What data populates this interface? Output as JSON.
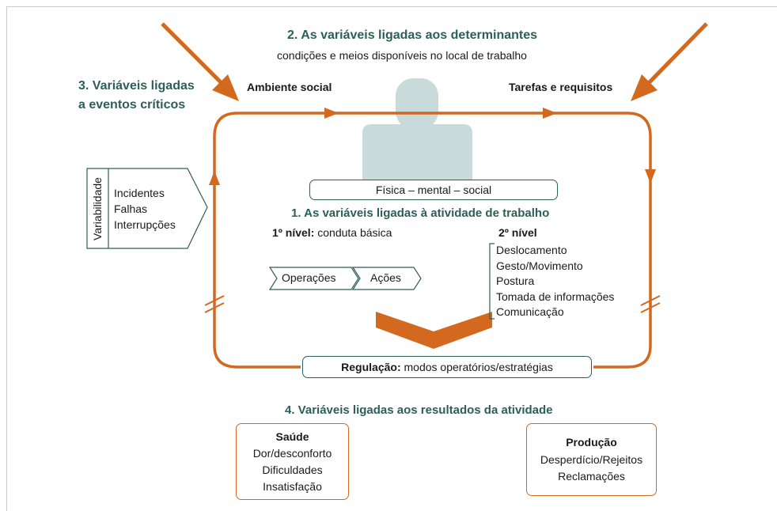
{
  "determinants": {
    "title": "2. As variáveis ligadas aos determinantes",
    "subtitle": "condições e meios disponíveis no local de trabalho",
    "social": "Ambiente social",
    "tasks": "Tarefas e requisitos"
  },
  "critical_events": {
    "title_line1": "3. Variáveis ligadas",
    "title_line2": "a eventos críticos",
    "tag": "Variabilidade",
    "items": [
      "Incidentes",
      "Falhas",
      "Interrupções"
    ]
  },
  "activity": {
    "dimensions": "Física – mental – social",
    "title": "1. As variáveis ligadas à atividade de trabalho",
    "level1_bold": "1º nível:",
    "level1_text": " conduta básica",
    "level2": "2º nível",
    "level2_items": [
      "Deslocamento",
      "Gesto/Movimento",
      "Postura",
      "Tomada de informações",
      "Comunicação"
    ],
    "operations": "Operações",
    "actions": "Ações"
  },
  "regulation": {
    "bold": "Regulação:",
    "text": " modos operatórios/estratégias"
  },
  "results": {
    "title": "4. Variáveis ligadas aos resultados da atividade",
    "health": {
      "title": "Saúde",
      "items": [
        "Dor/desconforto",
        "Dificuldades",
        "Insatisfação"
      ]
    },
    "production": {
      "title": "Produção",
      "items": [
        "Desperdício/Rejeitos",
        "Reclamações"
      ]
    }
  },
  "colors": {
    "orange": "#d2691e",
    "teal_text": "#2d5e5a",
    "teal_border": "#2f5f5b",
    "figure": "#c9dada"
  }
}
